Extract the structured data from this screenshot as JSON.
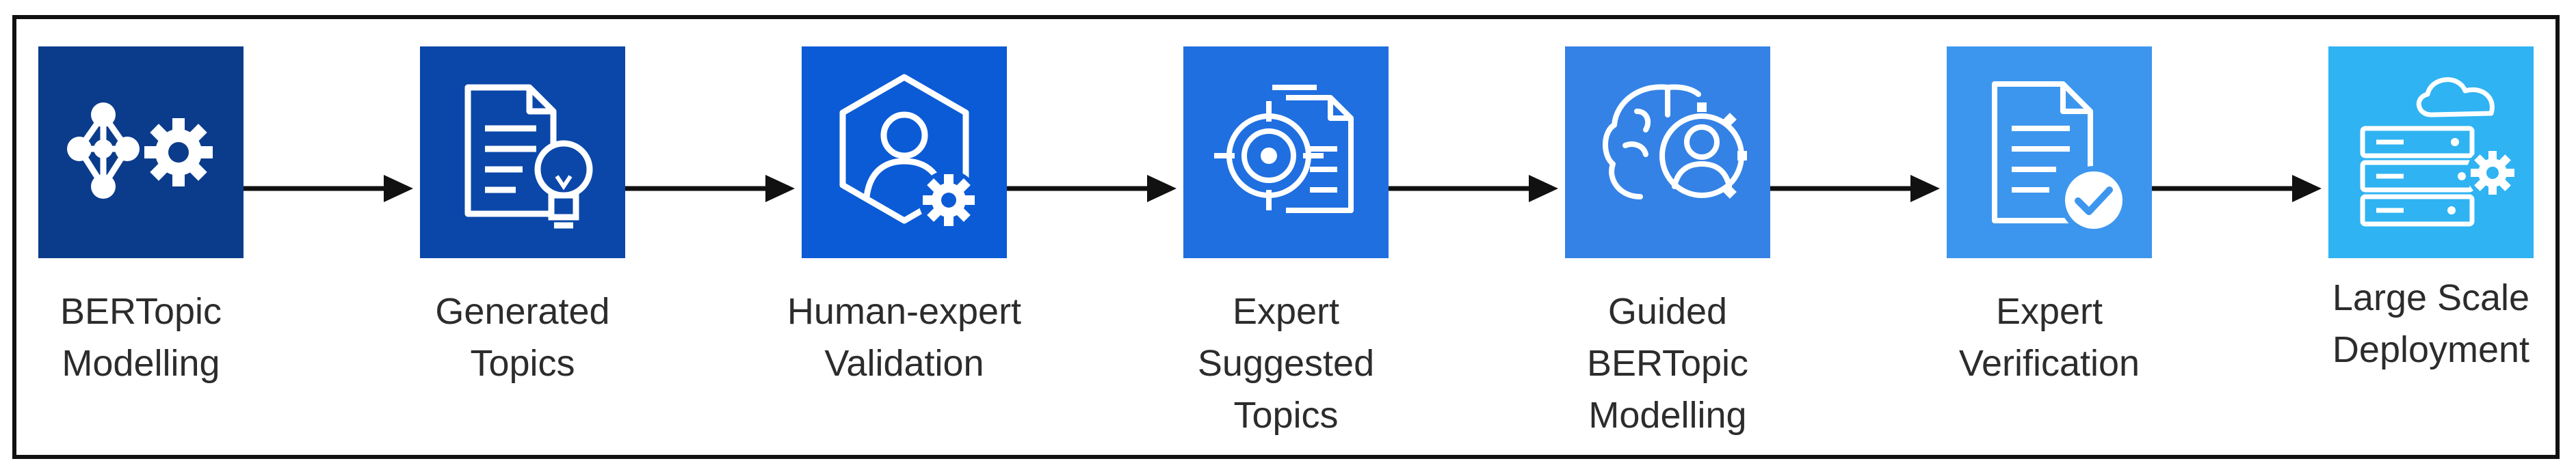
{
  "steps": [
    {
      "id": "bertopic-modelling",
      "icon": "neural-network-gear-icon",
      "color": "#0b3c8c",
      "label_lines": [
        "BERTopic",
        "Modelling"
      ]
    },
    {
      "id": "generated-topics",
      "icon": "document-lightbulb-icon",
      "color": "#0a47a8",
      "label_lines": [
        "Generated",
        "Topics"
      ]
    },
    {
      "id": "human-expert-validation",
      "icon": "person-gear-hexagon-icon",
      "color": "#0b5bd6",
      "label_lines": [
        "Human-expert",
        "Validation"
      ]
    },
    {
      "id": "expert-suggested-topics",
      "icon": "document-target-icon",
      "color": "#1f6fe0",
      "label_lines": [
        "Expert",
        "Suggested",
        "Topics"
      ]
    },
    {
      "id": "guided-bertopic-modelling",
      "icon": "brain-gear-person-icon",
      "color": "#3482e6",
      "label_lines": [
        "Guided",
        "BERTopic",
        "Modelling"
      ]
    },
    {
      "id": "expert-verification",
      "icon": "document-checkmark-icon",
      "color": "#3d96ee",
      "label_lines": [
        "Expert",
        "Verification"
      ]
    },
    {
      "id": "large-scale-deployment",
      "icon": "servers-cloud-gear-icon",
      "color": "#2fb3f2",
      "label_lines": [
        "Large Scale",
        "Deployment"
      ]
    }
  ]
}
